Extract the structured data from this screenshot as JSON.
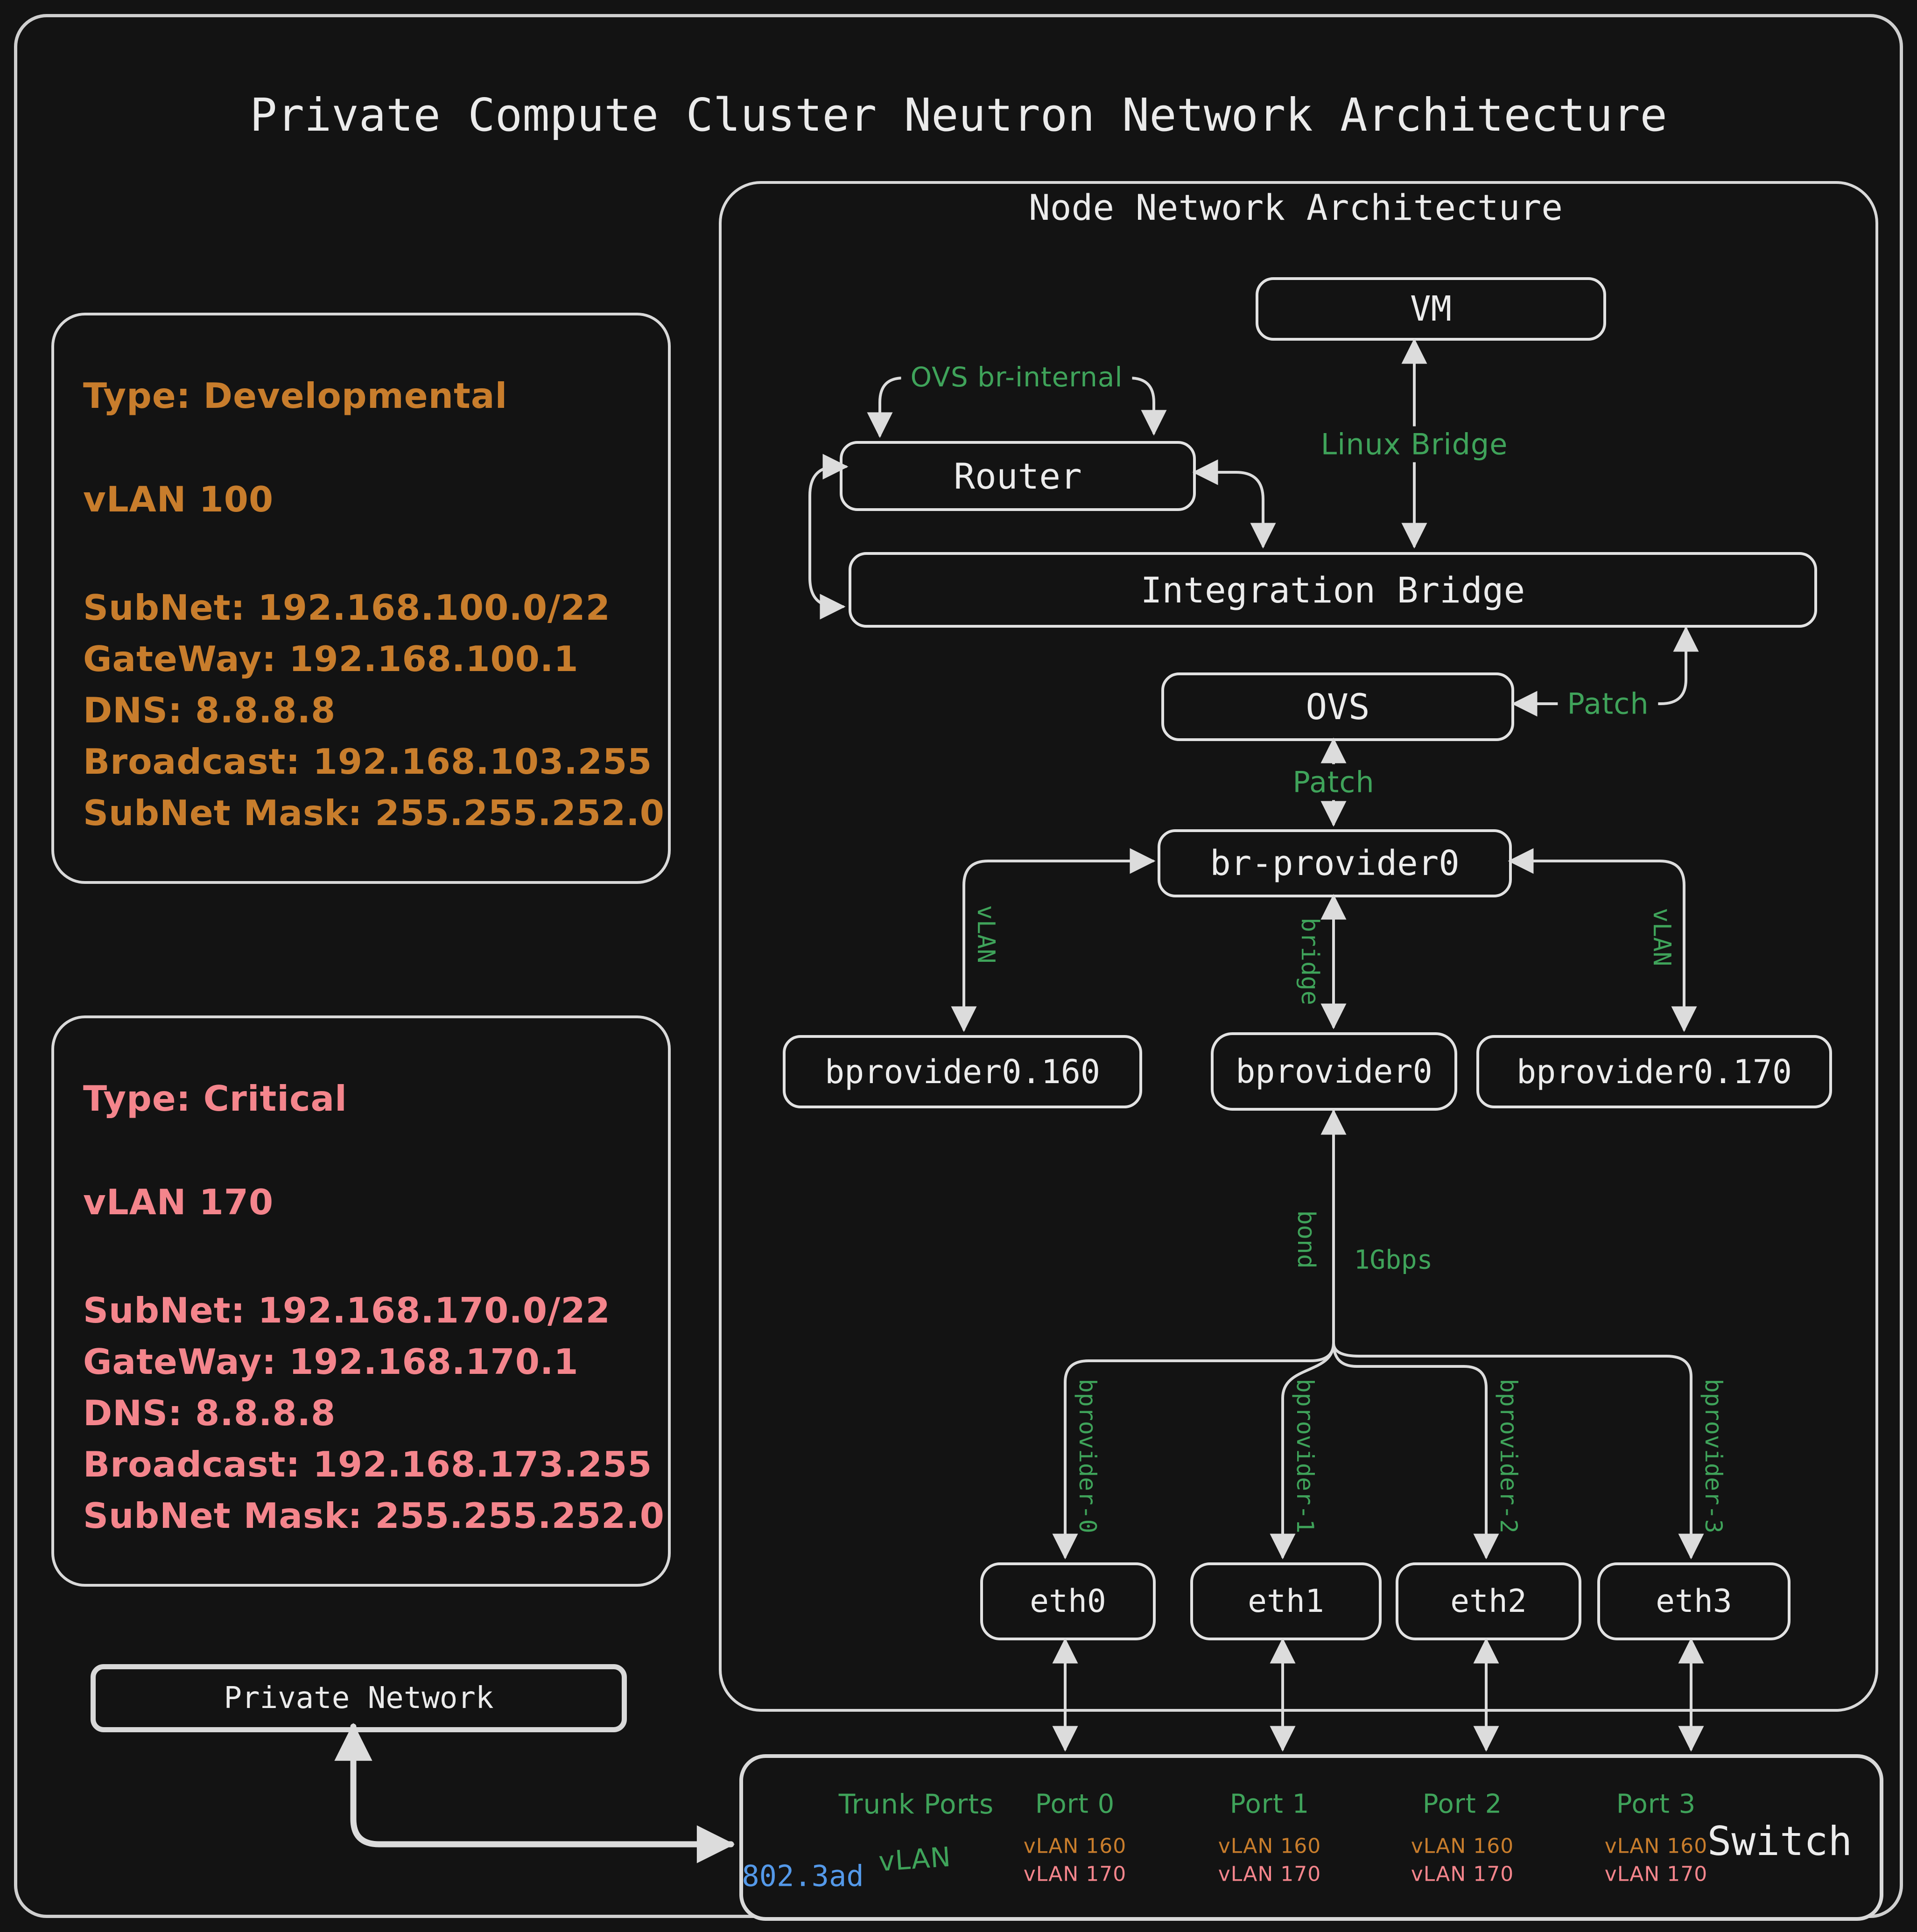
{
  "title": "Private Compute Cluster Neutron Network Architecture",
  "colors": {
    "background": "#131313",
    "stroke": "#dcdcdc",
    "text": "#ebebeb",
    "green": "#3fa35a",
    "orange": "#c87d2c",
    "pink": "#f4858c",
    "blue": "#5499e9"
  },
  "vlan_cards": [
    {
      "type": "Type: Developmental",
      "vlan": "vLAN 100",
      "subnet": "SubNet: 192.168.100.0/22",
      "gateway": "GateWay: 192.168.100.1",
      "dns": "DNS: 8.8.8.8",
      "broadcast": "Broadcast: 192.168.103.255",
      "mask": "SubNet Mask: 255.255.252.0"
    },
    {
      "type": "Type: Critical",
      "vlan": "vLAN 170",
      "subnet": "SubNet: 192.168.170.0/22",
      "gateway": "GateWay: 192.168.170.1",
      "dns": "DNS: 8.8.8.8",
      "broadcast": "Broadcast: 192.168.173.255",
      "mask": "SubNet Mask: 255.255.252.0"
    }
  ],
  "private_network": {
    "label": "Private Network"
  },
  "node_panel": {
    "title": "Node Network Architecture"
  },
  "nodes": {
    "vm": "VM",
    "router": "Router",
    "integration_bridge": "Integration Bridge",
    "ovs": "OVS",
    "br_provider0": "br-provider0",
    "bprovider0_160": "bprovider0.160",
    "bprovider0": "bprovider0",
    "bprovider0_170": "bprovider0.170",
    "eth0": "eth0",
    "eth1": "eth1",
    "eth2": "eth2",
    "eth3": "eth3"
  },
  "edge_labels": {
    "ovs_br_internal": "OVS br-internal",
    "linux_bridge": "Linux Bridge",
    "patch_integration": "Patch",
    "patch_provider": "Patch",
    "bridge": "bridge",
    "vlan_left": "vLAN",
    "vlan_right": "vLAN",
    "bond": "bond",
    "bandwidth": "1Gbps",
    "bprovider_0": "bprovider-0",
    "bprovider_1": "bprovider-1",
    "bprovider_2": "bprovider-2",
    "bprovider_3": "bprovider-3"
  },
  "switch": {
    "label": "Switch",
    "lacp": "802.3ad",
    "vlan_mode": "vLAN",
    "trunk_ports": "Trunk Ports",
    "ports": [
      {
        "name": "Port 0",
        "vlan_a": "vLAN 160",
        "vlan_b": "vLAN 170"
      },
      {
        "name": "Port 1",
        "vlan_a": "vLAN 160",
        "vlan_b": "vLAN 170"
      },
      {
        "name": "Port 2",
        "vlan_a": "vLAN 160",
        "vlan_b": "vLAN 170"
      },
      {
        "name": "Port 3",
        "vlan_a": "vLAN 160",
        "vlan_b": "vLAN 170"
      }
    ]
  }
}
